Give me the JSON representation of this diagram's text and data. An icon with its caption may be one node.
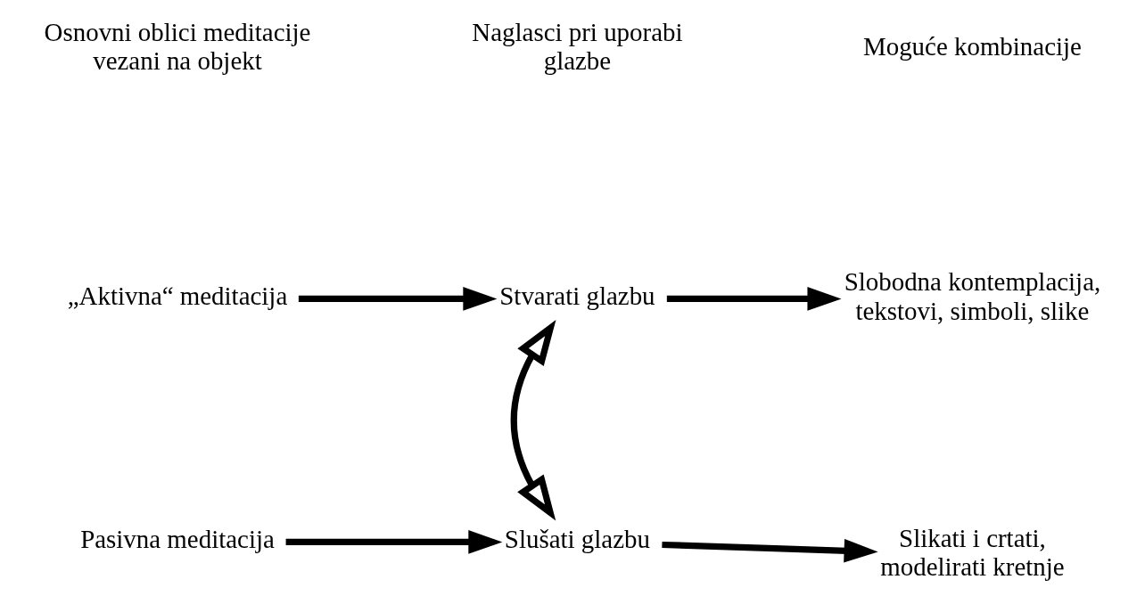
{
  "diagram": {
    "nodes": [
      {
        "text": [
          "„Aktivna“ meditacija"
        ]
      },
      {
        "text": [
          "Stvarati glazbu"
        ]
      },
      {
        "text": [
          "Slobodna kontemplacija, tekstovi, simboli, slike"
        ]
      },
      {
        "text": [
          "Pasivna meditacija"
        ]
      },
      {
        "text": [
          "Slušati glazbu"
        ]
      },
      {
        "text": [
          "Slikati i crtati, modelirati kretnje"
        ]
      }
    ],
    "edges": [
      {
        "from": 0,
        "to": 1,
        "arrow": "to"
      },
      {
        "from": 1,
        "to": 2,
        "arrow": "to"
      },
      {
        "from": 1,
        "to": 4,
        "arrow": "both"
      },
      {
        "from": 3,
        "to": 4,
        "arrow": "to"
      },
      {
        "from": 4,
        "to": 5,
        "arrow": "to"
      }
    ],
    "labels": [
      "Osnovni oblici meditacije vezani na objekt",
      "Naglasci pri uporabi glazbe",
      "Moguće kombinacije"
    ]
  }
}
